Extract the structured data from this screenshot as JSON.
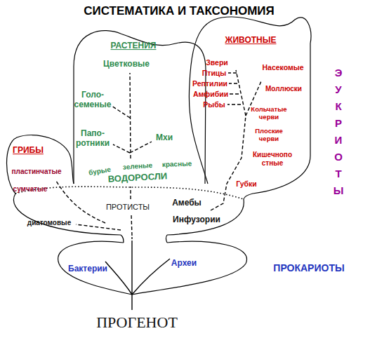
{
  "diagram": {
    "title": "СИСТЕМАТИКА И ТАКСОНОМИЯ",
    "nodes": [
      {
        "text": [
          "РАСТЕНИЯ",
          "Цветковые",
          "Голо- семеные",
          "Папо- ротники",
          "Мхи"
        ]
      },
      {
        "text": [
          "ЖИВОТНЫЕ",
          "Звери",
          "Насекомые",
          "Птицы",
          "Рептилии",
          "Моллюски",
          "Амфибии",
          "Рыбы",
          "Кольчатые черви",
          "Плоские черви",
          "Кишечнопо стные",
          "Губки"
        ]
      },
      {
        "text": [
          "ГРИБЫ",
          "пластинчатые",
          "сумчатые"
        ]
      },
      {
        "text": [
          "бурые",
          "зеленые",
          "красные",
          "ВОДОРОСЛИ",
          "ПРОТИСТЫ",
          "Амебы",
          "Инфузории",
          "диатомовые"
        ]
      },
      {
        "text": [
          "Бактерии",
          "Археи"
        ]
      }
    ],
    "labels": [
      "ЭУКРИОТЫ",
      "ПРОКАРИОТЫ",
      "ПРОГЕНОТ"
    ]
  }
}
